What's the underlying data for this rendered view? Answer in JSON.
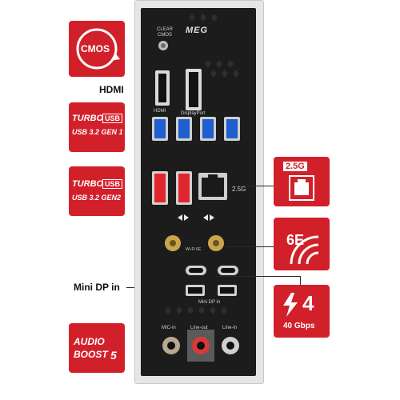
{
  "badges": {
    "cmos": "CMOS",
    "turbo1_top": "TURBO",
    "turbo1_usb": "USB",
    "turbo1_bottom": "USB 3.2 GEN 1",
    "turbo2_top": "TURBO",
    "turbo2_usb": "USB",
    "turbo2_bottom": "USB 3.2 GEN2",
    "lan": "2.5G",
    "wifi": "6E",
    "tb_num": "4",
    "tb_speed": "40 Gbps",
    "audio_top": "AUDIO",
    "audio_bottom": "BOOST",
    "audio_num": "5"
  },
  "labels": {
    "hdmi": "HDMI",
    "mini_dp_in": "Mini DP in"
  },
  "panel": {
    "logo": "MEG",
    "clear_cmos": "CLEAR CMOS",
    "hdmi_small": "HDMI",
    "displayport": "DisplayPort",
    "lan_small": "2.5G",
    "wifi_small": "Wi-Fi 6E",
    "mini_dp_small": "Mini DP in",
    "mic_in": "MIC-in",
    "line_out": "Line-out",
    "line_in": "Line-in"
  },
  "colors": {
    "accent": "#d2202a",
    "panel": "#1c1c1c",
    "usb_blue": "#1f5fd0",
    "usb_red": "#e0262e"
  }
}
